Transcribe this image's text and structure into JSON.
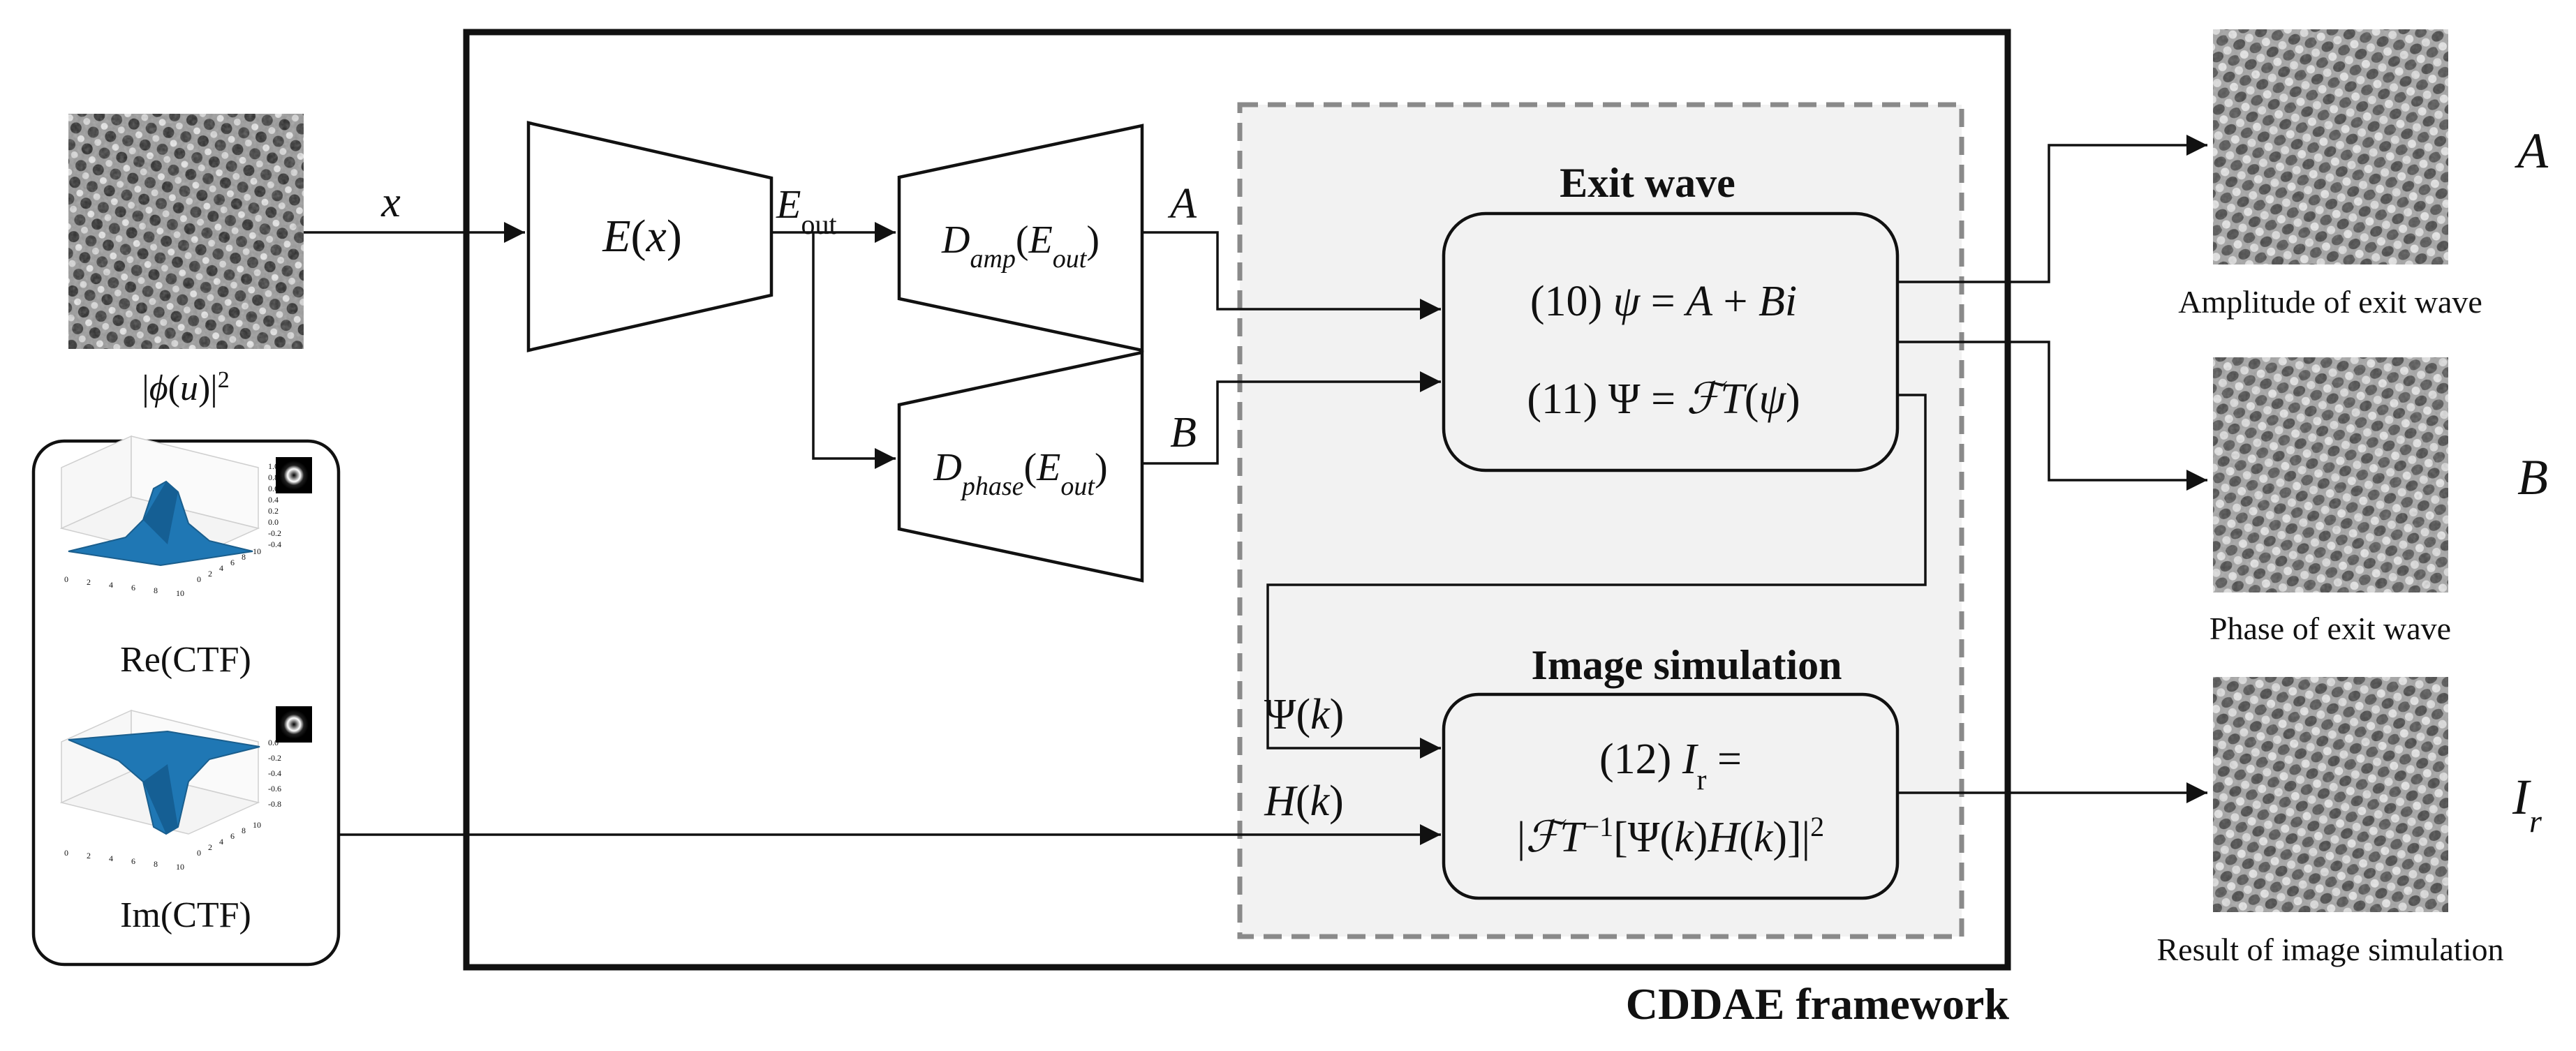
{
  "title": "CDDAE framework",
  "input": {
    "caption_pre": "|",
    "caption_phi": "ϕ",
    "caption_mid": "(",
    "caption_u": "u",
    "caption_post": ")|",
    "caption_sup": "2",
    "arrow_label": "x"
  },
  "encoder": {
    "name": "E",
    "open": "(",
    "arg": "x",
    "close": ")"
  },
  "encoder_output": {
    "base": "E",
    "sub": "out"
  },
  "decoders": [
    {
      "name": "D",
      "sub": "amp",
      "open": "(",
      "arg": "E",
      "arg_sub": "out",
      "close": ")",
      "output_label": "A"
    },
    {
      "name": "D",
      "sub": "phase",
      "open": "(",
      "arg": "E",
      "arg_sub": "out",
      "close": ")",
      "output_label": "B"
    }
  ],
  "exit_wave": {
    "title": "Exit wave",
    "eq10": {
      "num": "(10) ",
      "psi": "ψ",
      "eq": " = ",
      "a": "A",
      "plus": " + ",
      "b": "Bi"
    },
    "eq11": {
      "num": "(11) Ψ = ",
      "ft": "ℱT",
      "open": "(",
      "psi": "ψ",
      "close": ")"
    }
  },
  "image_simulation": {
    "title": "Image simulation",
    "input_psi": {
      "pre": "Ψ(",
      "k": "k",
      "post": ")"
    },
    "input_h": {
      "h": "H",
      "open": "(",
      "k": "k",
      "close": ")"
    },
    "eq12_line1": {
      "num": "(12) ",
      "i": "I",
      "sub": "r",
      "eq": " ="
    },
    "eq12_line2": {
      "pre": "|",
      "ft": "ℱT",
      "sup": "−1",
      "mid": "[Ψ(",
      "k1": "k",
      "mid2": ")",
      "h": "H",
      "mid3": "(",
      "k2": "k",
      "post": ")]|",
      "sup2": "2"
    }
  },
  "ctf": {
    "re_label": "Re(CTF)",
    "im_label": "Im(CTF)",
    "re_zticks": [
      "1.0",
      "0.8",
      "0.6",
      "0.4",
      "0.2",
      "0.0",
      "-0.2",
      "-0.4"
    ],
    "im_zticks": [
      "0.0",
      "-0.2",
      "-0.4",
      "-0.6",
      "-0.8"
    ],
    "xticks": [
      "0",
      "2",
      "4",
      "6",
      "8",
      "10"
    ],
    "yticks": [
      "0",
      "2",
      "4",
      "6",
      "8",
      "10"
    ],
    "surface_color": "#1f77b4"
  },
  "outputs": [
    {
      "caption": "Amplitude of exit wave",
      "label": "A",
      "label_sub": ""
    },
    {
      "caption": "Phase of exit wave",
      "label": "B",
      "label_sub": ""
    },
    {
      "caption": "Result of image simulation",
      "label": "I",
      "label_sub": "r"
    }
  ]
}
